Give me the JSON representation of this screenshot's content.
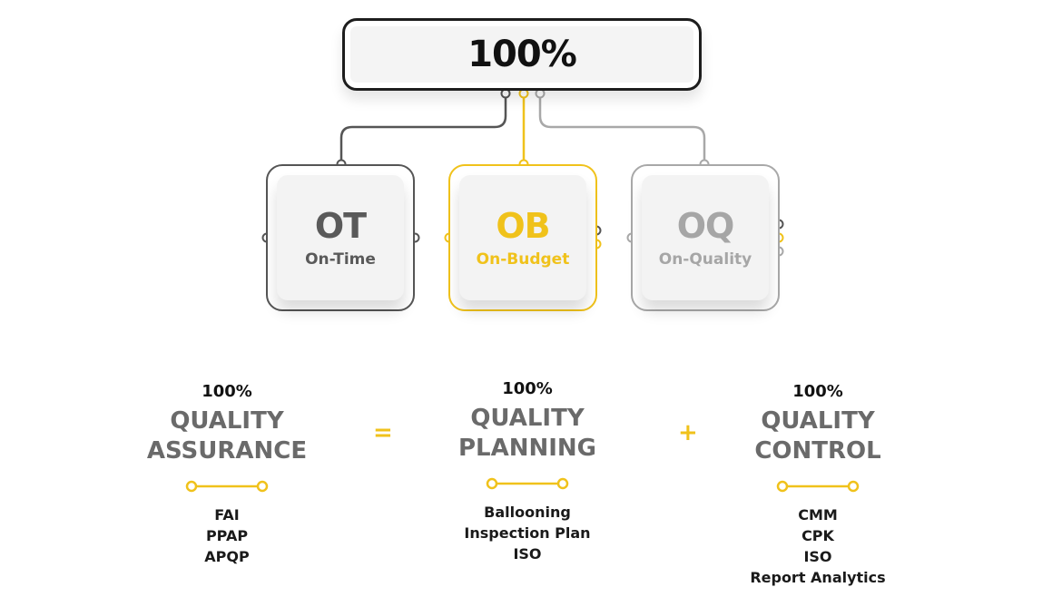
{
  "top": {
    "value": "100%"
  },
  "cards": [
    {
      "abbr": "OT",
      "label": "On-Time"
    },
    {
      "abbr": "OB",
      "label": "On-Budget"
    },
    {
      "abbr": "OQ",
      "label": "On-Quality"
    }
  ],
  "operators": {
    "equals": "=",
    "plus": "+"
  },
  "columns": [
    {
      "percent": "100%",
      "title_line1": "QUALITY",
      "title_line2": "ASSURANCE",
      "items": [
        "FAI",
        "PPAP",
        "APQP"
      ]
    },
    {
      "percent": "100%",
      "title_line1": "QUALITY",
      "title_line2": "PLANNING",
      "items": [
        "Ballooning",
        "Inspection Plan",
        "ISO"
      ]
    },
    {
      "percent": "100%",
      "title_line1": "QUALITY",
      "title_line2": "CONTROL",
      "items": [
        "CMM",
        "CPK",
        "ISO",
        "Report Analytics"
      ]
    }
  ],
  "colors": {
    "accent": "#f0c21b",
    "dark": "#555555",
    "light": "#a8a8a8",
    "text": "#111111"
  }
}
